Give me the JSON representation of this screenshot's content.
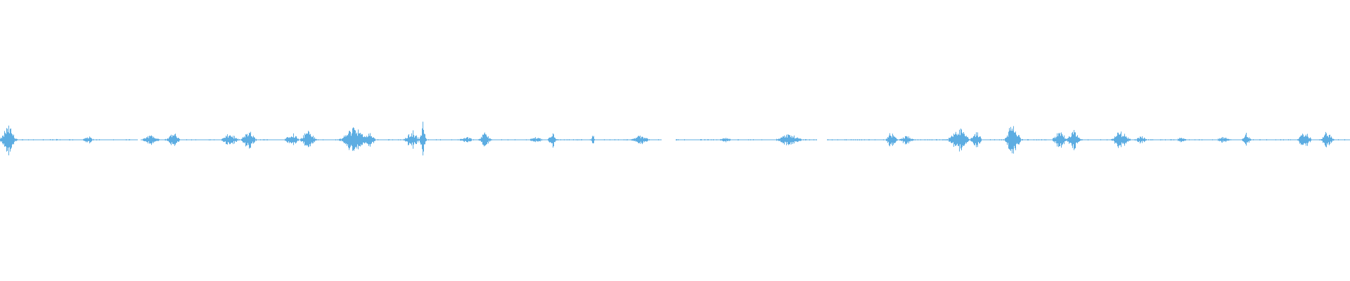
{
  "waveform": {
    "color": "#5dade2",
    "background": "#ffffff",
    "bursts": [
      {
        "pos": 0.006,
        "amp": 0.1,
        "width": 0.01
      },
      {
        "pos": 0.04,
        "amp": 0.005,
        "width": 0.03
      },
      {
        "pos": 0.065,
        "amp": 0.025,
        "width": 0.008
      },
      {
        "pos": 0.082,
        "amp": 0.005,
        "width": 0.015
      },
      {
        "pos": 0.112,
        "amp": 0.035,
        "width": 0.012
      },
      {
        "pos": 0.128,
        "amp": 0.045,
        "width": 0.01
      },
      {
        "pos": 0.17,
        "amp": 0.04,
        "width": 0.012
      },
      {
        "pos": 0.184,
        "amp": 0.06,
        "width": 0.01
      },
      {
        "pos": 0.216,
        "amp": 0.05,
        "width": 0.01
      },
      {
        "pos": 0.228,
        "amp": 0.07,
        "width": 0.01
      },
      {
        "pos": 0.262,
        "amp": 0.1,
        "width": 0.016
      },
      {
        "pos": 0.273,
        "amp": 0.05,
        "width": 0.01
      },
      {
        "pos": 0.305,
        "amp": 0.06,
        "width": 0.01
      },
      {
        "pos": 0.313,
        "amp": 0.12,
        "width": 0.004
      },
      {
        "pos": 0.345,
        "amp": 0.02,
        "width": 0.01
      },
      {
        "pos": 0.359,
        "amp": 0.05,
        "width": 0.008
      },
      {
        "pos": 0.397,
        "amp": 0.02,
        "width": 0.01
      },
      {
        "pos": 0.409,
        "amp": 0.05,
        "width": 0.006
      },
      {
        "pos": 0.439,
        "amp": 0.03,
        "width": 0.003
      },
      {
        "pos": 0.474,
        "amp": 0.03,
        "width": 0.014
      },
      {
        "pos": 0.52,
        "amp": 0.005,
        "width": 0.02
      },
      {
        "pos": 0.537,
        "amp": 0.015,
        "width": 0.01
      },
      {
        "pos": 0.584,
        "amp": 0.04,
        "width": 0.018
      },
      {
        "pos": 0.66,
        "amp": 0.05,
        "width": 0.008
      },
      {
        "pos": 0.671,
        "amp": 0.03,
        "width": 0.01
      },
      {
        "pos": 0.71,
        "amp": 0.08,
        "width": 0.014
      },
      {
        "pos": 0.723,
        "amp": 0.05,
        "width": 0.008
      },
      {
        "pos": 0.75,
        "amp": 0.12,
        "width": 0.01
      },
      {
        "pos": 0.785,
        "amp": 0.06,
        "width": 0.01
      },
      {
        "pos": 0.795,
        "amp": 0.09,
        "width": 0.008
      },
      {
        "pos": 0.83,
        "amp": 0.06,
        "width": 0.012
      },
      {
        "pos": 0.845,
        "amp": 0.03,
        "width": 0.008
      },
      {
        "pos": 0.875,
        "amp": 0.02,
        "width": 0.008
      },
      {
        "pos": 0.906,
        "amp": 0.02,
        "width": 0.01
      },
      {
        "pos": 0.923,
        "amp": 0.045,
        "width": 0.006
      },
      {
        "pos": 0.966,
        "amp": 0.05,
        "width": 0.01
      },
      {
        "pos": 0.983,
        "amp": 0.06,
        "width": 0.008
      }
    ],
    "gaps": [
      {
        "start": 0.102,
        "end": 0.104
      },
      {
        "start": 0.49,
        "end": 0.5
      },
      {
        "start": 0.605,
        "end": 0.612
      }
    ]
  }
}
